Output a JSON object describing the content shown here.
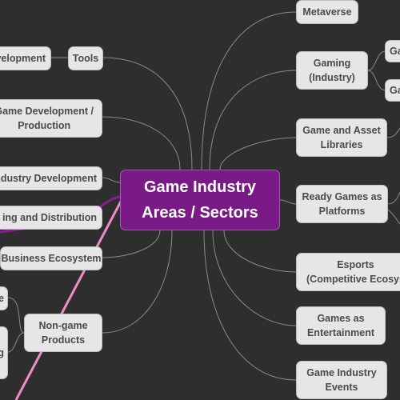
{
  "central": {
    "label": "Game Industry\nAreas / Sectors",
    "bg": "#7a1a86"
  },
  "right_nodes": [
    {
      "id": "metaverse",
      "label": "Metaverse"
    },
    {
      "id": "gaming-industry",
      "label": "Gaming\n(Industry)"
    },
    {
      "id": "game-asset-libraries",
      "label": "Game and Asset\nLibraries"
    },
    {
      "id": "ready-games",
      "label": "Ready Games as\nPlatforms"
    },
    {
      "id": "esports",
      "label": "Esports\n(Competitive Ecosys"
    },
    {
      "id": "games-entertainment",
      "label": "Games as\nEntertainment"
    },
    {
      "id": "game-industry-events",
      "label": "Game Industry\nEvents"
    }
  ],
  "right_sub_nodes": [
    {
      "id": "gaming-sub-1",
      "label": "Ga"
    },
    {
      "id": "gaming-sub-2",
      "label": "Ga"
    }
  ],
  "left_nodes": [
    {
      "id": "tools",
      "label": "Tools"
    },
    {
      "id": "game-dev-production",
      "label": "Game Development /\nProduction"
    },
    {
      "id": "industry-development",
      "label": "Industry Development"
    },
    {
      "id": "publishing-distribution",
      "label": "ing and Distribution"
    },
    {
      "id": "business-ecosystem",
      "label": "Business Ecosystem"
    },
    {
      "id": "non-game-products",
      "label": "Non-game\nProducts"
    }
  ],
  "left_sub_nodes": [
    {
      "id": "development",
      "label": "velopment"
    },
    {
      "id": "non-game-sub-1",
      "label": "e"
    },
    {
      "id": "non-game-sub-2",
      "label": "g"
    }
  ],
  "colors": {
    "background": "#2e2e2e",
    "node_fill": "#e6e6e6",
    "connector": "#8a8a8a",
    "pink_connector": "#f08cc8",
    "purple_connector": "#8a1a96"
  }
}
